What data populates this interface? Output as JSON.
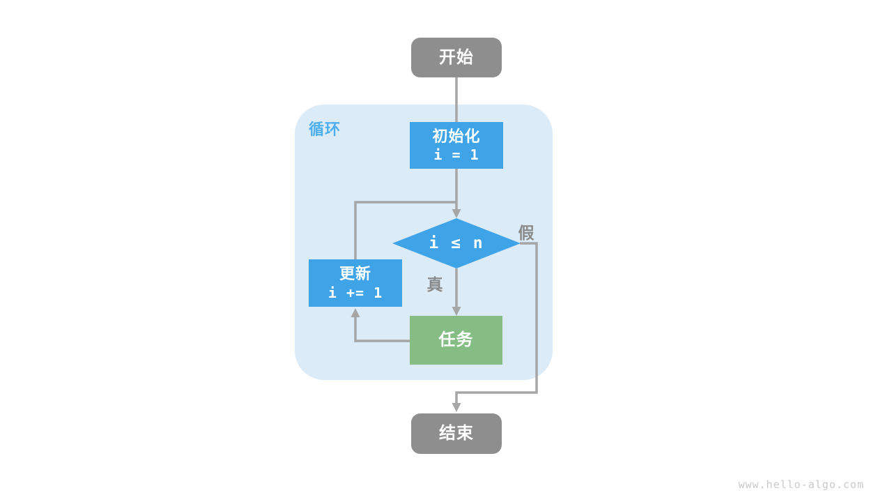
{
  "diagram": {
    "container_label": "循环",
    "nodes": {
      "start": {
        "label": "开始"
      },
      "init": {
        "title": "初始化",
        "code": "i = 1"
      },
      "condition": {
        "code": "i ≤ n"
      },
      "update": {
        "title": "更新",
        "code": "i += 1"
      },
      "task": {
        "label": "任务"
      },
      "end": {
        "label": "结束"
      }
    },
    "edge_labels": {
      "true_label": "真",
      "false_label": "假"
    }
  },
  "watermark": "www.hello-algo.com",
  "colors": {
    "node_blue": "#3fa3e8",
    "node_green": "#85bd85",
    "node_gray": "#8e8e8e",
    "container_bg": "#dbebf8",
    "line_gray": "#a6a6a6",
    "edge_label_gray": "#8a8a8a",
    "loop_label_blue": "#4fafec",
    "watermark_gray": "#c9c9c9"
  }
}
